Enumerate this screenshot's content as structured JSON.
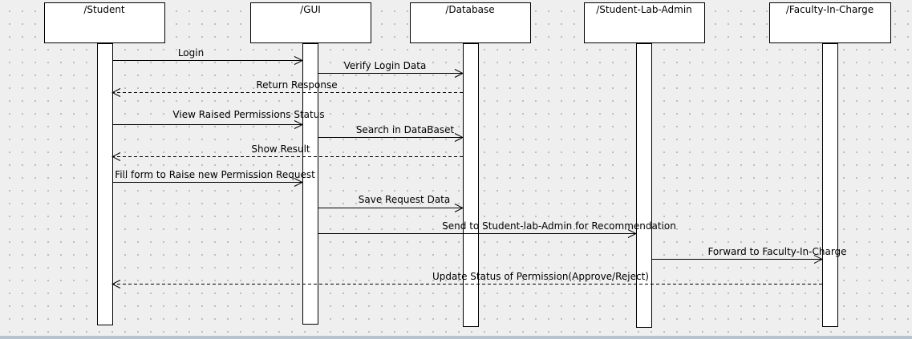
{
  "diagram": {
    "type": "sequence",
    "participants": [
      {
        "id": "student",
        "label": "/Student"
      },
      {
        "id": "gui",
        "label": "/GUI"
      },
      {
        "id": "database",
        "label": "/Database"
      },
      {
        "id": "sla",
        "label": "/Student-Lab-Admin"
      },
      {
        "id": "fic",
        "label": "/Faculty-In-Charge"
      }
    ],
    "messages": [
      {
        "from": "student",
        "to": "gui",
        "label": "Login",
        "kind": "sync"
      },
      {
        "from": "gui",
        "to": "database",
        "label": "Verify Login Data",
        "kind": "sync"
      },
      {
        "from": "database",
        "to": "student",
        "label": "Return Response",
        "kind": "return"
      },
      {
        "from": "student",
        "to": "gui",
        "label": "View Raised Permissions Status",
        "kind": "sync"
      },
      {
        "from": "gui",
        "to": "database",
        "label": "Search in DataBaset",
        "kind": "sync"
      },
      {
        "from": "database",
        "to": "student",
        "label": "Show Result",
        "kind": "return"
      },
      {
        "from": "student",
        "to": "gui",
        "label": "Fill form to Raise new Permission Request",
        "kind": "sync"
      },
      {
        "from": "gui",
        "to": "database",
        "label": "Save Request Data",
        "kind": "sync"
      },
      {
        "from": "gui",
        "to": "sla",
        "label": "Send to Student-lab-Admin for Recommendation",
        "kind": "sync"
      },
      {
        "from": "sla",
        "to": "fic",
        "label": "Forward to Faculty-In-Charge",
        "kind": "sync"
      },
      {
        "from": "fic",
        "to": "student",
        "label": "Update Status of Permission(Approve/Reject)",
        "kind": "return"
      }
    ],
    "colors": {
      "line": "#000000",
      "box_fill": "#ffffff",
      "background": "#efefef"
    }
  }
}
